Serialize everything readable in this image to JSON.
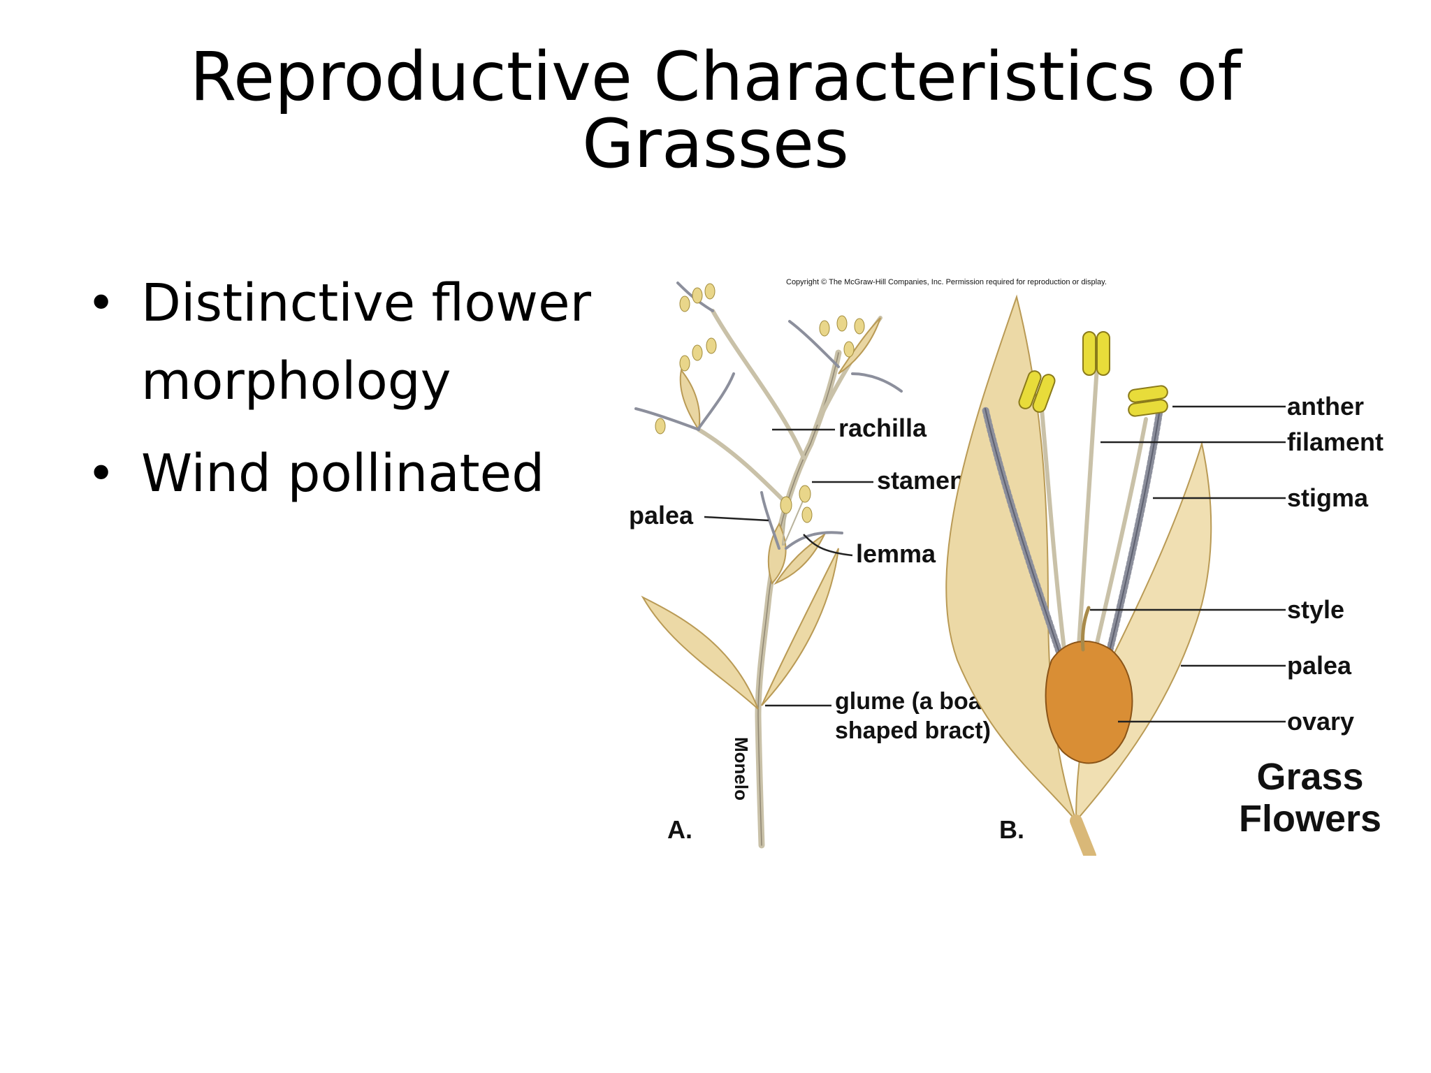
{
  "slide": {
    "title_line1": "Reproductive Characteristics of",
    "title_line2": "Grasses",
    "bullets": [
      "Distinctive flower morphology",
      "Wind pollinated"
    ]
  },
  "figure": {
    "copyright": "Copyright © The McGraw-Hill Companies, Inc. Permission required for reproduction or display.",
    "panel_a": {
      "letter": "A.",
      "labels": {
        "rachilla": "rachilla",
        "stamen": "stamen",
        "palea": "palea",
        "lemma": "lemma",
        "glume_1": "glume (a boat-",
        "glume_2": "shaped bract)"
      },
      "artist": "Monelo"
    },
    "panel_b": {
      "letter": "B.",
      "labels": {
        "anther": "anther",
        "filament": "filament",
        "stigma": "stigma",
        "style": "style",
        "palea": "palea",
        "ovary": "ovary"
      }
    },
    "caption_line1": "Grass",
    "caption_line2": "Flowers",
    "colors": {
      "bract_fill": "#ecd9a6",
      "bract_stroke": "#b99a55",
      "anther": "#e8dc3a",
      "ovary": "#d98e35",
      "stem": "#c9c1a8",
      "feather": "#8c8f9c"
    }
  }
}
